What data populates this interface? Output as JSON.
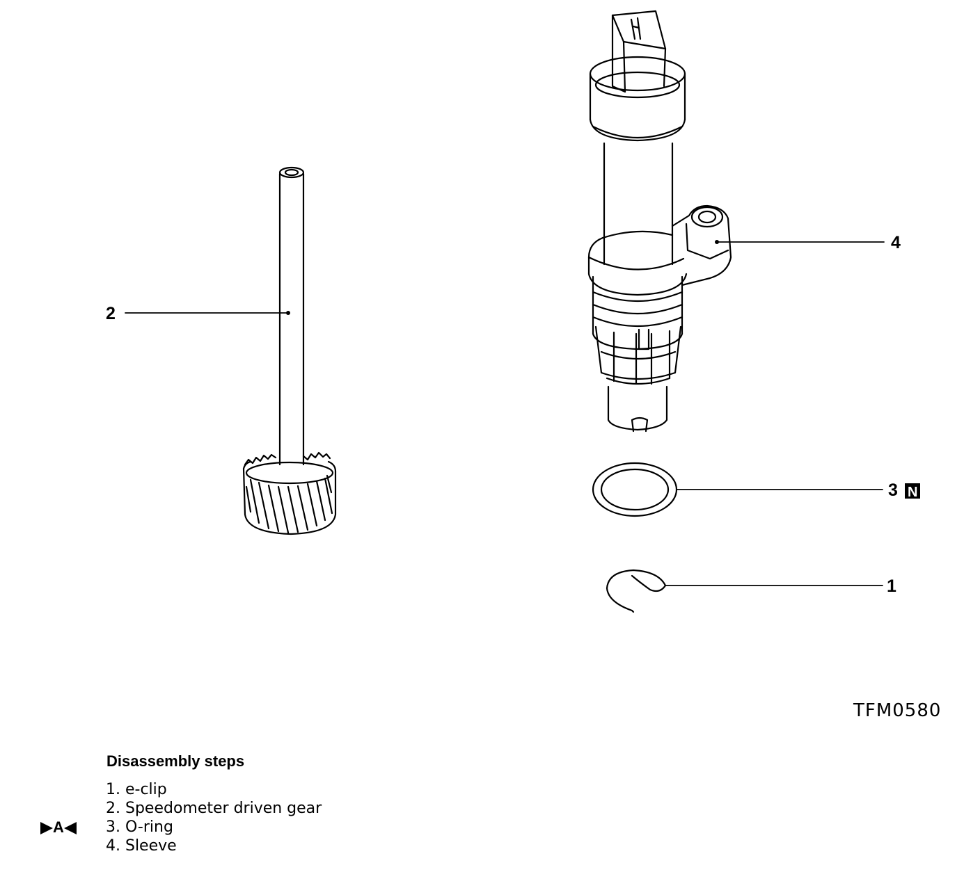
{
  "callouts": {
    "part1": "1",
    "part2": "2",
    "part3": "3",
    "part3_symbol": "N",
    "part4": "4"
  },
  "figure_code": "TFM0580",
  "steps": {
    "title": "Disassembly steps",
    "items": [
      "1. e-clip",
      "2. Speedometer driven gear",
      "3. O-ring",
      "4. Sleeve"
    ],
    "marker_letter": "A"
  }
}
